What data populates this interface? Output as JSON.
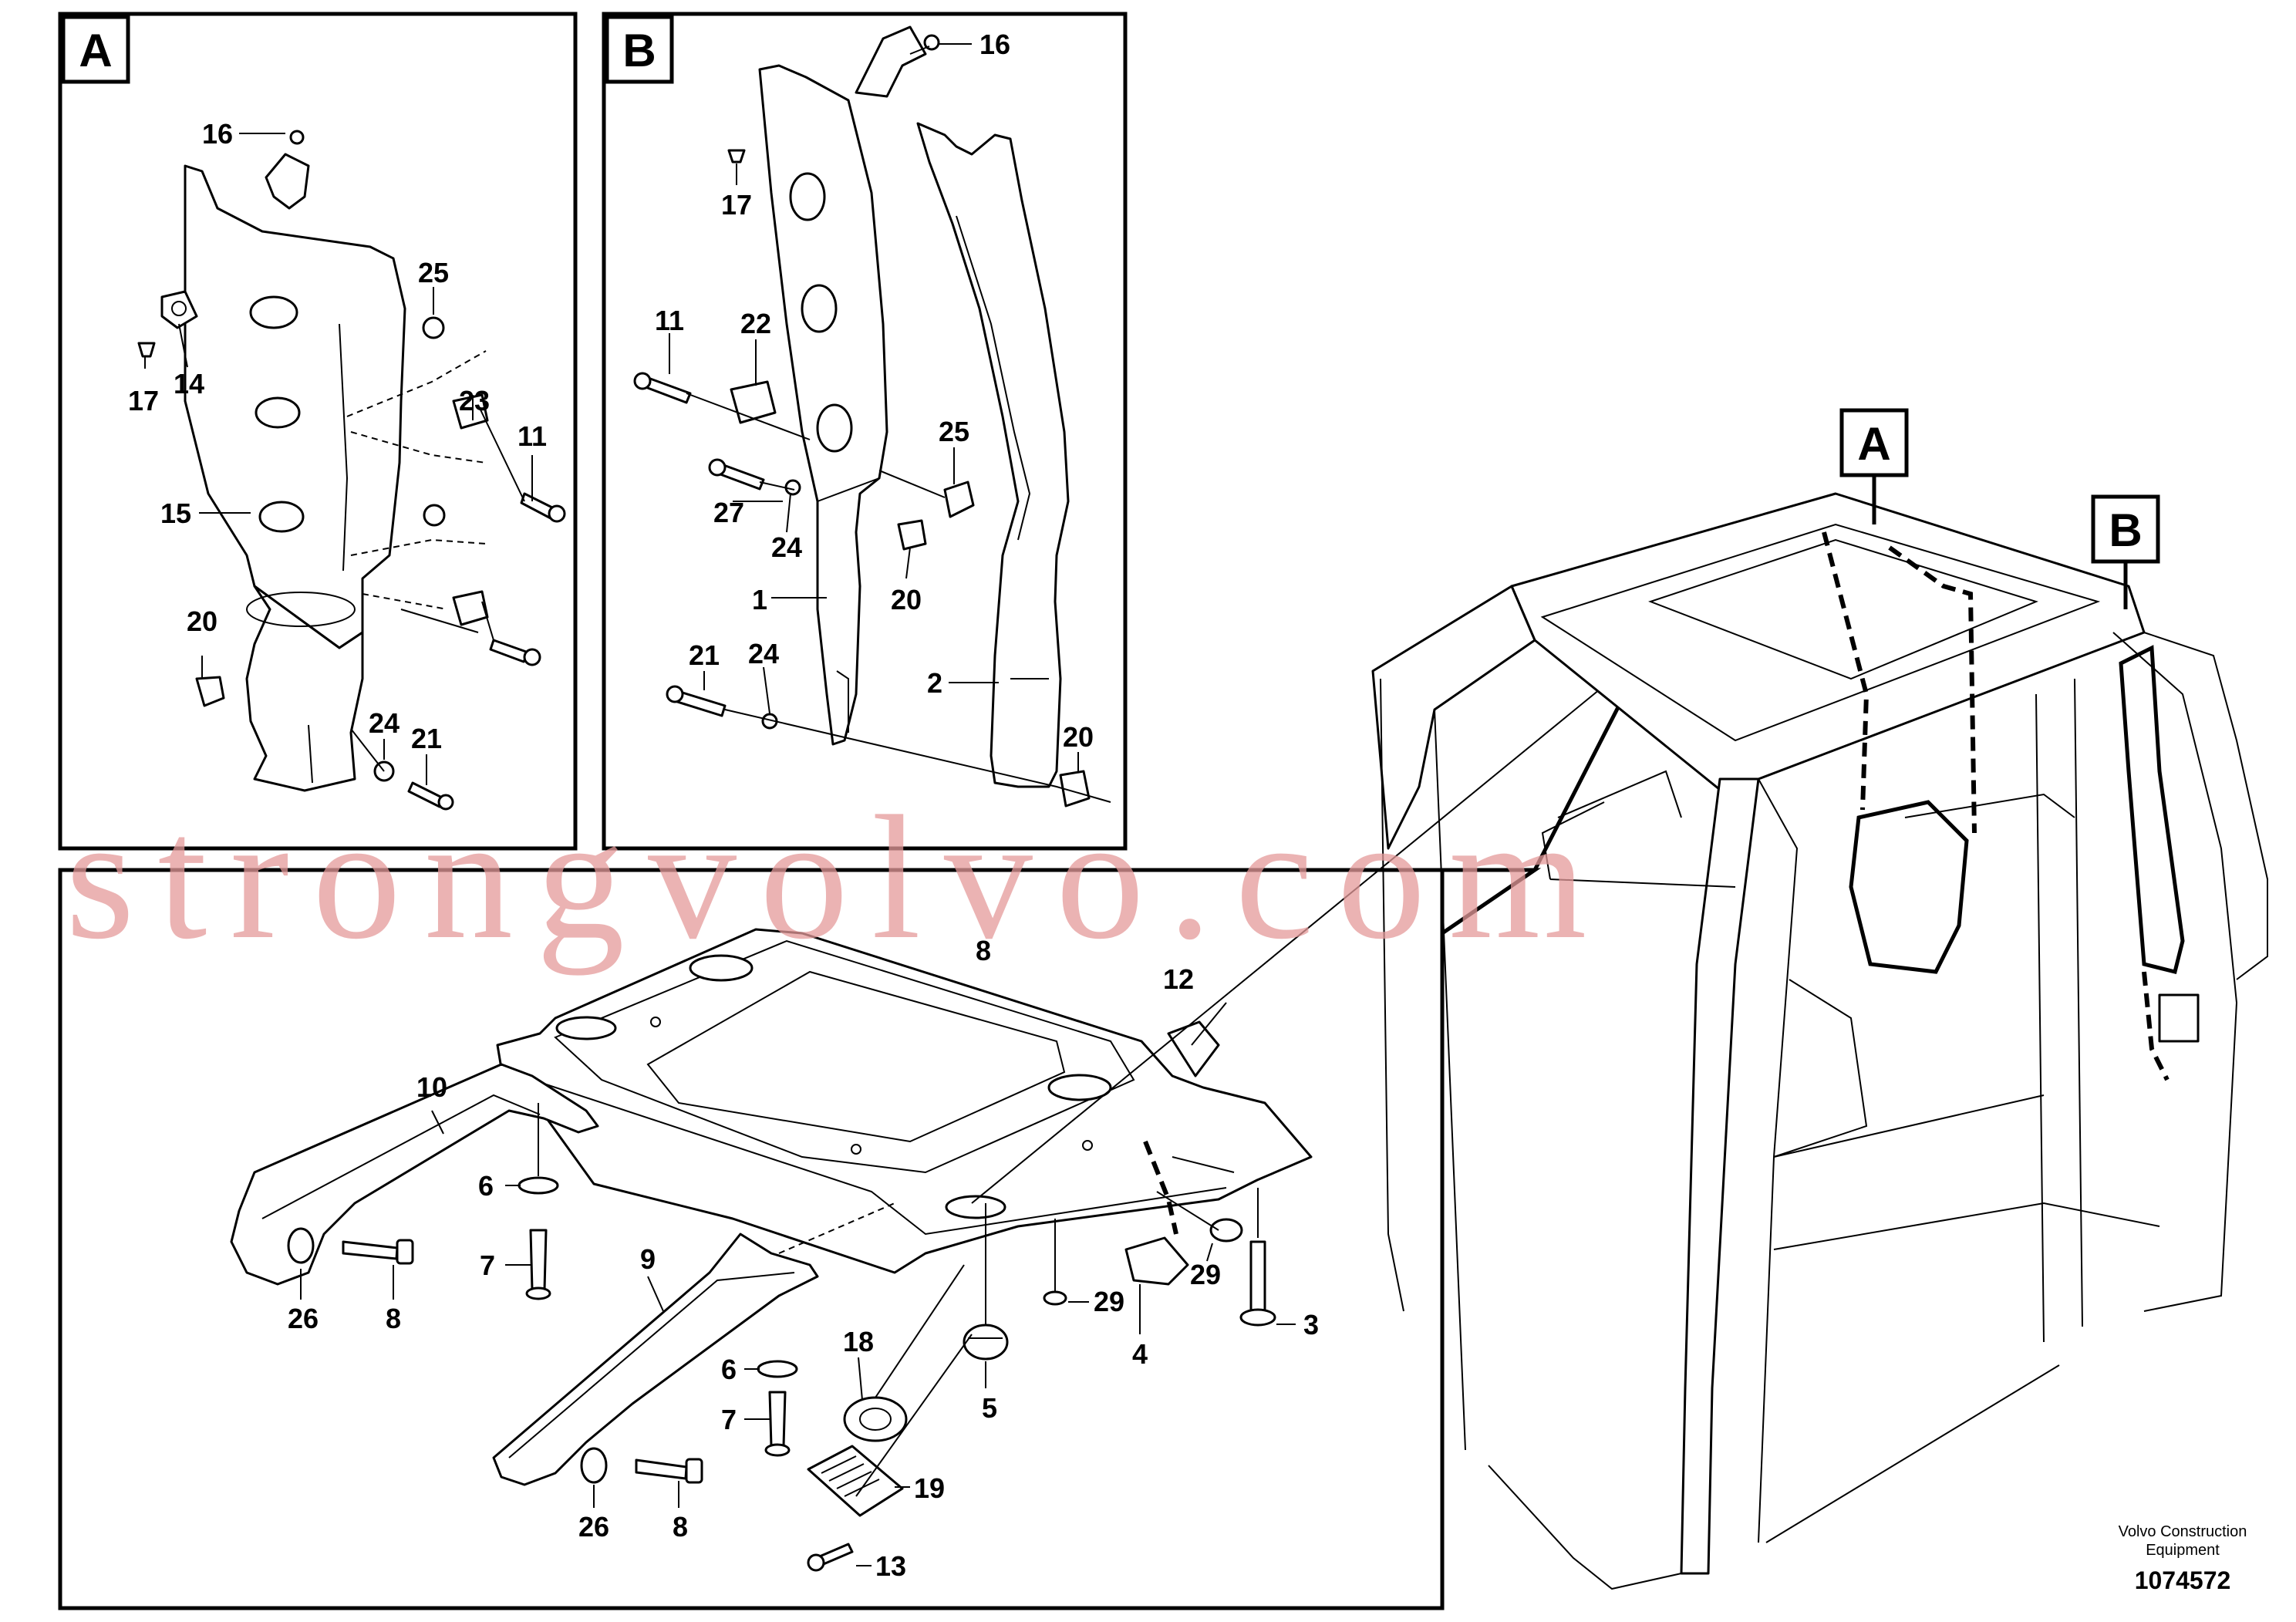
{
  "panels": {
    "A": {
      "letter": "A",
      "callouts": [
        "16",
        "25",
        "17",
        "14",
        "23",
        "11",
        "15",
        "20",
        "24",
        "21"
      ]
    },
    "B": {
      "letter": "B",
      "callouts": [
        "16",
        "17",
        "11",
        "22",
        "25",
        "27",
        "24",
        "1",
        "20",
        "21",
        "24",
        "2",
        "20"
      ]
    },
    "main": {
      "callouts": [
        "8",
        "12",
        "10",
        "6",
        "7",
        "26",
        "8",
        "9",
        "6",
        "7",
        "26",
        "8",
        "18",
        "5",
        "29",
        "4",
        "29",
        "3",
        "19",
        "13"
      ]
    }
  },
  "overview": {
    "marker_a": "A",
    "marker_b": "B"
  },
  "watermark": "strongvolvo.com",
  "footer": {
    "credit_line1": "Volvo Construction",
    "credit_line2": "Equipment",
    "doc_number": "1074572"
  }
}
